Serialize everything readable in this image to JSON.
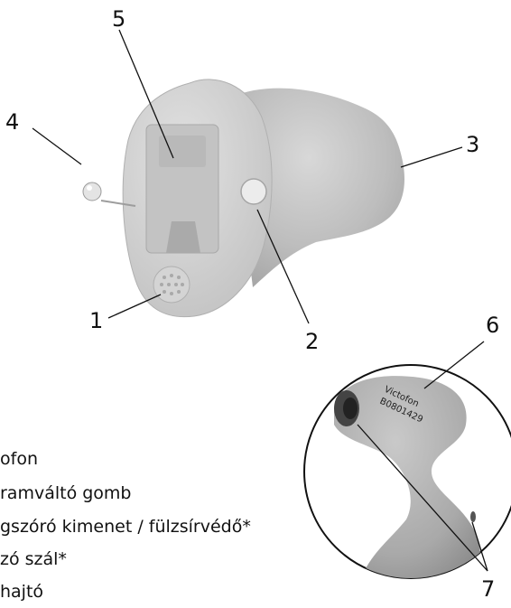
{
  "callouts": {
    "c1": "1",
    "c2": "2",
    "c3": "3",
    "c4": "4",
    "c5": "5",
    "c6": "6",
    "c7": "7"
  },
  "legend": {
    "line1": "ofon",
    "line2": "ramváltó gomb",
    "line3": "gszóró kimenet / fülzsírvédő*",
    "line4": "zó szál*",
    "line5": "hajtó"
  },
  "device_text": {
    "brand": "Victofon",
    "serial": "B0801429"
  },
  "colors": {
    "shell": "#b9b9b9",
    "faceplate": "#cfcfcf",
    "line": "#111111",
    "background": "#ffffff"
  }
}
